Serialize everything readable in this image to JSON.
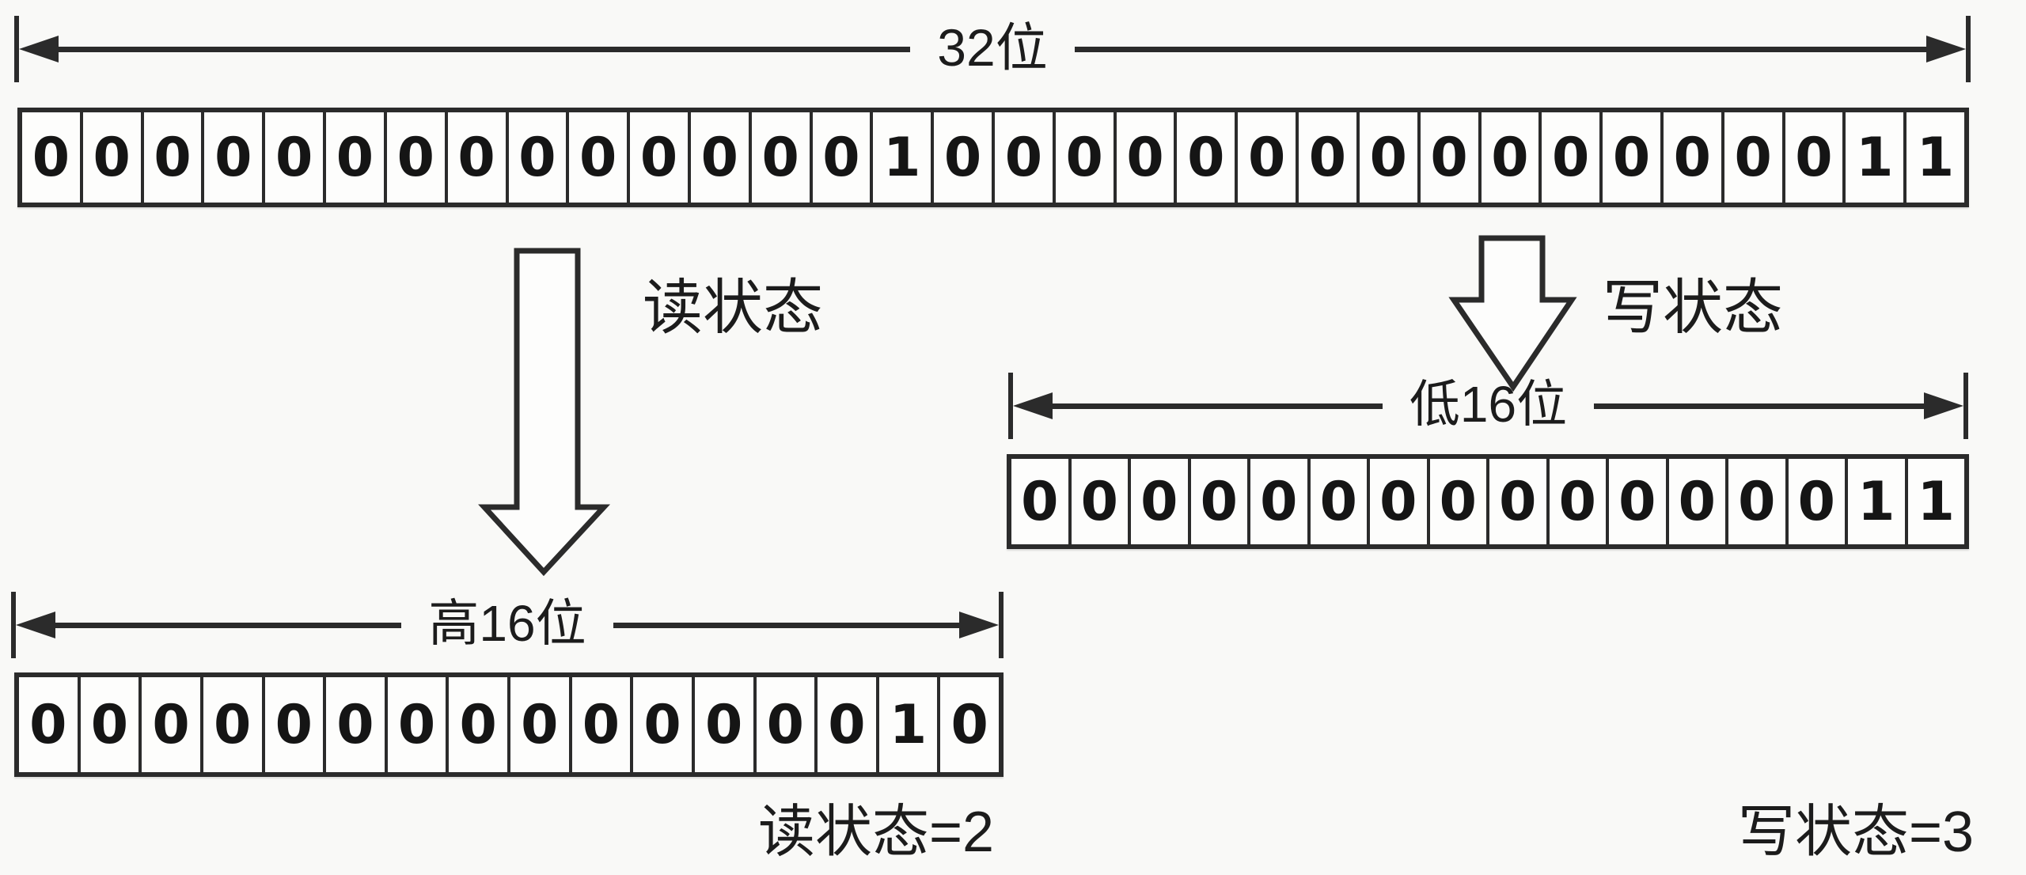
{
  "figure": {
    "background": "#f9f9f7",
    "line_color": "#2b2b2b",
    "text_color": "#1c1c1c"
  },
  "register32": {
    "span_label": "32位",
    "bits": [
      "0",
      "0",
      "0",
      "0",
      "0",
      "0",
      "0",
      "0",
      "0",
      "0",
      "0",
      "0",
      "0",
      "0",
      "1",
      "0",
      "0",
      "0",
      "0",
      "0",
      "0",
      "0",
      "0",
      "0",
      "0",
      "0",
      "0",
      "0",
      "0",
      "0",
      "1",
      "1"
    ]
  },
  "read_status": {
    "arrow_label": "读状态",
    "span_label": "高16位",
    "bits": [
      "0",
      "0",
      "0",
      "0",
      "0",
      "0",
      "0",
      "0",
      "0",
      "0",
      "0",
      "0",
      "0",
      "0",
      "1",
      "0"
    ],
    "result_label": "读状态=2"
  },
  "write_status": {
    "arrow_label": "写状态",
    "span_label": "低16位",
    "bits": [
      "0",
      "0",
      "0",
      "0",
      "0",
      "0",
      "0",
      "0",
      "0",
      "0",
      "0",
      "0",
      "0",
      "0",
      "1",
      "1"
    ],
    "result_label": "写状态=3"
  }
}
